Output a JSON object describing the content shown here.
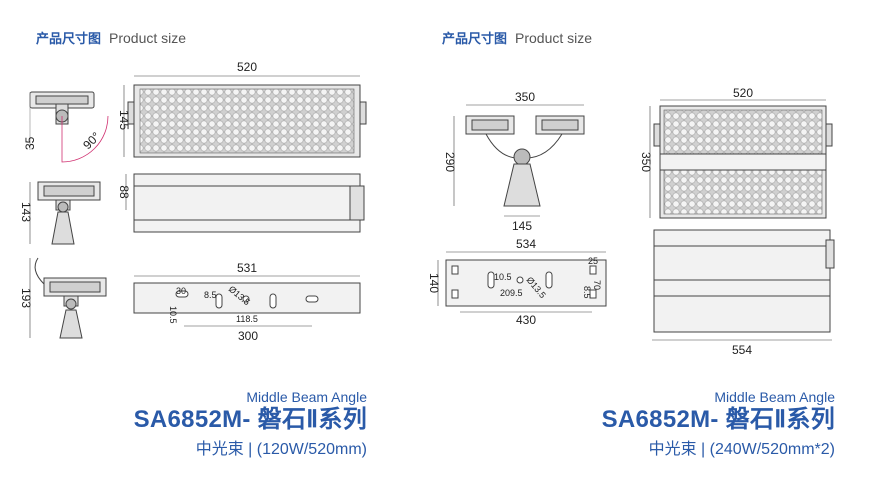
{
  "headers": {
    "left": {
      "cn": "产品尺寸图",
      "en": "Product size"
    },
    "right": {
      "cn": "产品尺寸图",
      "en": "Product size"
    }
  },
  "left": {
    "dims": {
      "width_top": "520",
      "height_front": "145",
      "angle_a": "35",
      "angle_b": "90°",
      "side_h": "143",
      "depth": "88",
      "bracket_h": "193",
      "mount_w": "531",
      "mount_base": "300",
      "mount_30": "30",
      "mount_85": "8.5",
      "mount_105": "10.5",
      "mount_135": "Ø13.5",
      "mount_1185": "118.5"
    },
    "footer": {
      "subtitle": "Middle Beam Angle",
      "model": "SA6852M- 磐石Ⅱ系列",
      "spec": "中光束 | (120W/520mm)"
    }
  },
  "right": {
    "dims": {
      "width_bracket": "350",
      "height_bracket": "290",
      "base_w": "145",
      "width_top": "520",
      "height_front": "350",
      "plate_w": "534",
      "plate_h": "140",
      "plate_105": "10.5",
      "plate_135": "Ø13.5",
      "plate_2095": "209.5",
      "plate_25": "25",
      "plate_70": "70",
      "plate_85": "8.5",
      "plate_base": "430",
      "depth_w": "554"
    },
    "footer": {
      "subtitle": "Middle Beam Angle",
      "model": "SA6852M- 磐石Ⅱ系列",
      "spec": "中光束 | (240W/520mm*2)"
    }
  },
  "colors": {
    "accent": "#2a5aa8",
    "line": "#444444",
    "fill": "#e8e8e8"
  }
}
